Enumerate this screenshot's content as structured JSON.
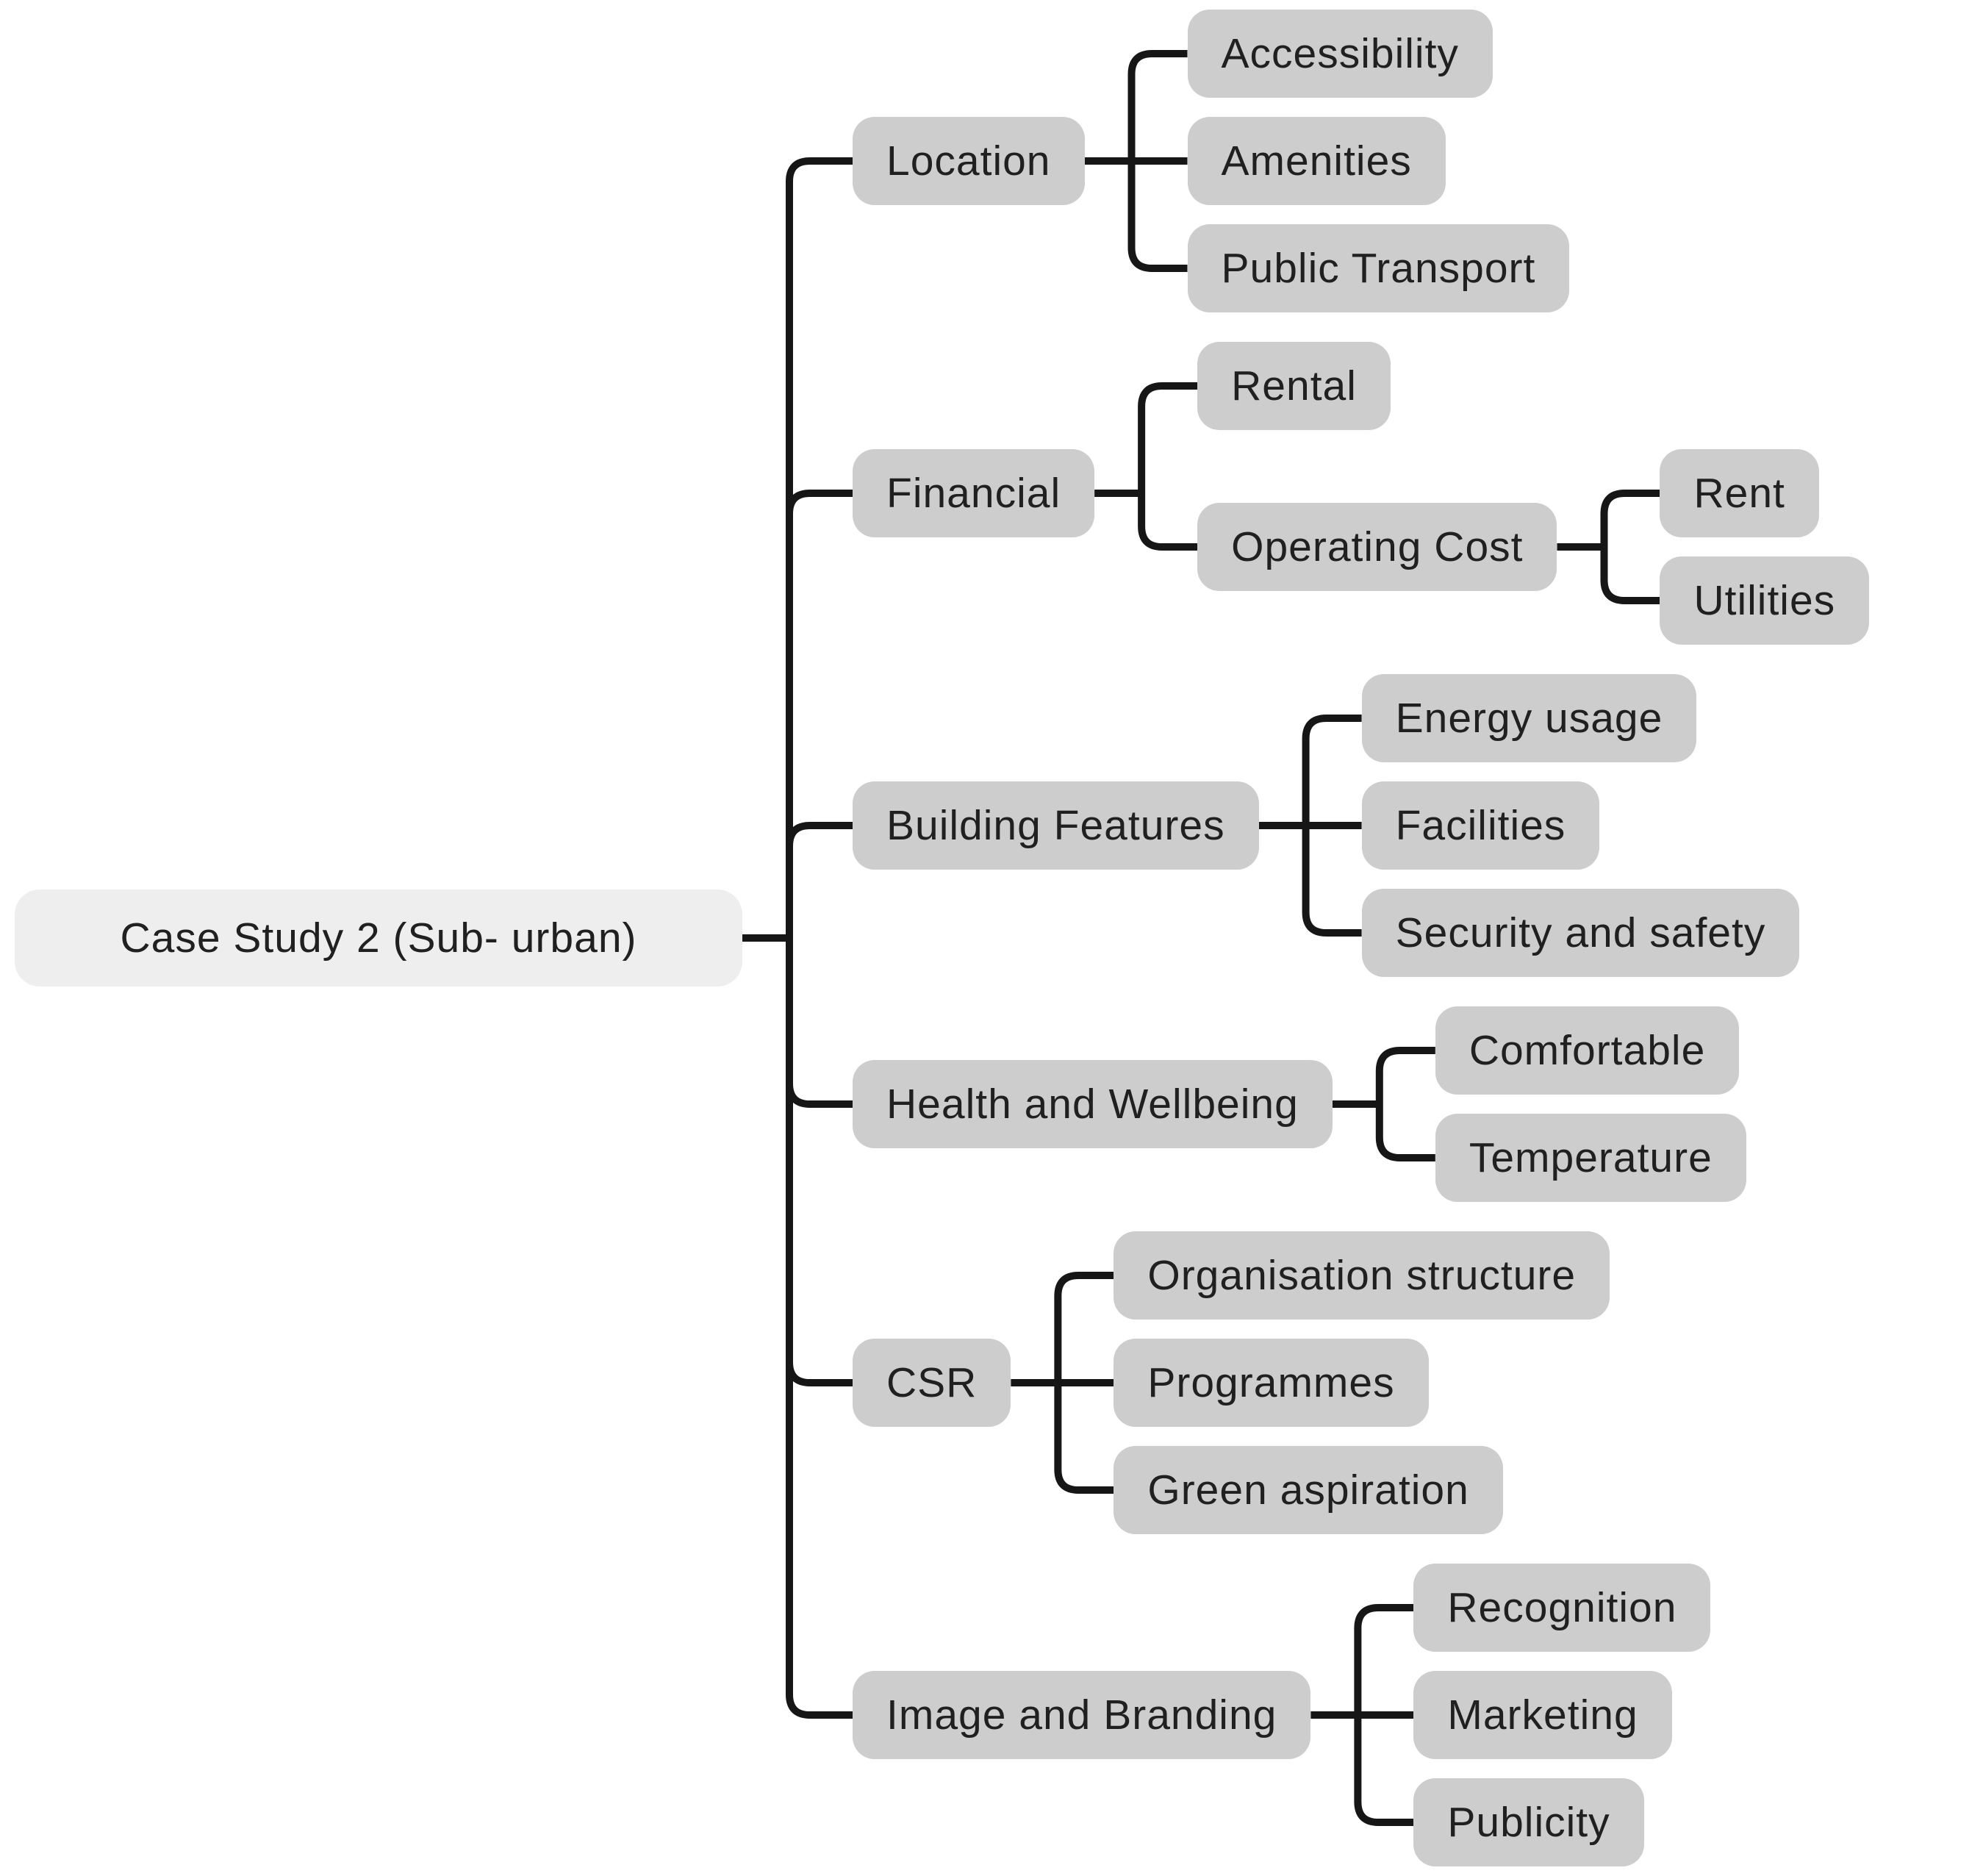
{
  "diagram": {
    "type": "mindmap",
    "root": {
      "label": "Case Study 2 (Sub- urban)"
    },
    "branches": [
      {
        "label": "Location",
        "children": [
          {
            "label": "Accessibility"
          },
          {
            "label": "Amenities"
          },
          {
            "label": "Public Transport"
          }
        ]
      },
      {
        "label": "Financial",
        "children": [
          {
            "label": "Rental"
          },
          {
            "label": "Operating Cost",
            "children": [
              {
                "label": "Rent"
              },
              {
                "label": "Utilities"
              }
            ]
          }
        ]
      },
      {
        "label": "Building Features",
        "children": [
          {
            "label": "Energy usage"
          },
          {
            "label": "Facilities"
          },
          {
            "label": "Security and safety"
          }
        ]
      },
      {
        "label": "Health and Wellbeing",
        "children": [
          {
            "label": "Comfortable"
          },
          {
            "label": "Temperature"
          }
        ]
      },
      {
        "label": "CSR",
        "children": [
          {
            "label": "Organisation structure"
          },
          {
            "label": "Programmes"
          },
          {
            "label": "Green aspiration"
          }
        ]
      },
      {
        "label": "Image and Branding",
        "children": [
          {
            "label": "Recognition"
          },
          {
            "label": "Marketing"
          },
          {
            "label": "Publicity"
          }
        ]
      }
    ],
    "colors": {
      "background": "#ffffff",
      "node_fill": "#cdcdcd",
      "root_fill": "#eeeeee",
      "text": "#202020",
      "line": "#161616"
    }
  }
}
